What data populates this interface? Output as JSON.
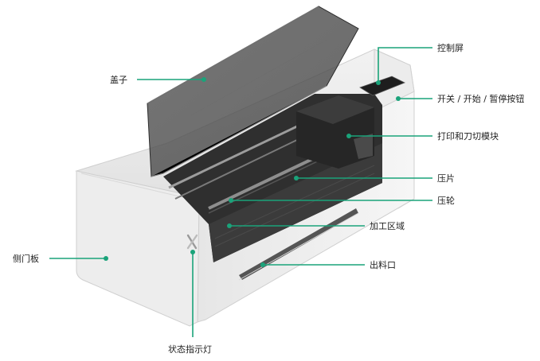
{
  "accent_color": "#1aa37a",
  "labels": {
    "lid": "盖子",
    "control_screen": "控制屏",
    "power_button": "开关 / 开始 / 暂停按钮",
    "print_cut_module": "打印和刀切模块",
    "press_plate": "压片",
    "press_wheel": "压轮",
    "work_area": "加工区域",
    "outlet": "出料口",
    "side_panel": "侧门板",
    "status_light": "状态指示灯"
  }
}
